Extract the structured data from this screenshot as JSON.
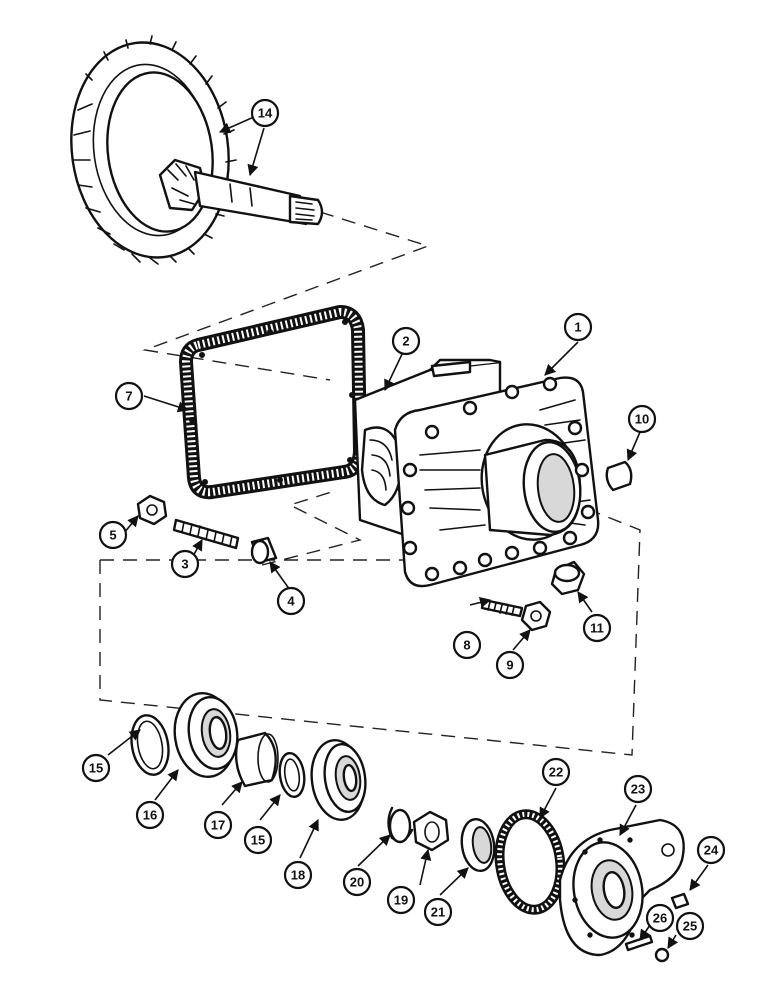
{
  "callouts": {
    "c1": "1",
    "c2": "2",
    "c3": "3",
    "c4": "4",
    "c5": "5",
    "c7": "7",
    "c8": "8",
    "c9": "9",
    "c10": "10",
    "c11": "11",
    "c14": "14",
    "c15a": "15",
    "c15b": "15",
    "c16": "16",
    "c17": "17",
    "c18": "18",
    "c19": "19",
    "c20": "20",
    "c21": "21",
    "c22": "22",
    "c23": "23",
    "c24": "24",
    "c25": "25",
    "c26": "26"
  }
}
